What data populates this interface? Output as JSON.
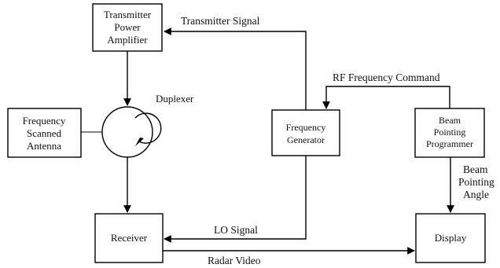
{
  "blocks": {
    "transmitter": [
      "Transmitter",
      "Power",
      "Amplifier"
    ],
    "antenna": [
      "Frequency",
      "Scanned",
      "Antenna"
    ],
    "receiver": "Receiver",
    "generator": [
      "Frequency",
      "Generator"
    ],
    "programmer": [
      "Beam",
      "Pointing",
      "Programmer"
    ],
    "display": "Display"
  },
  "components": {
    "duplexer": "Duplexer"
  },
  "signals": {
    "transmitter_signal": "Transmitter Signal",
    "rf_frequency_command": "RF Frequency Command",
    "lo_signal": "LO Signal",
    "radar_video": "Radar Video",
    "beam_pointing_angle": [
      "Beam",
      "Pointing",
      "Angle"
    ]
  }
}
